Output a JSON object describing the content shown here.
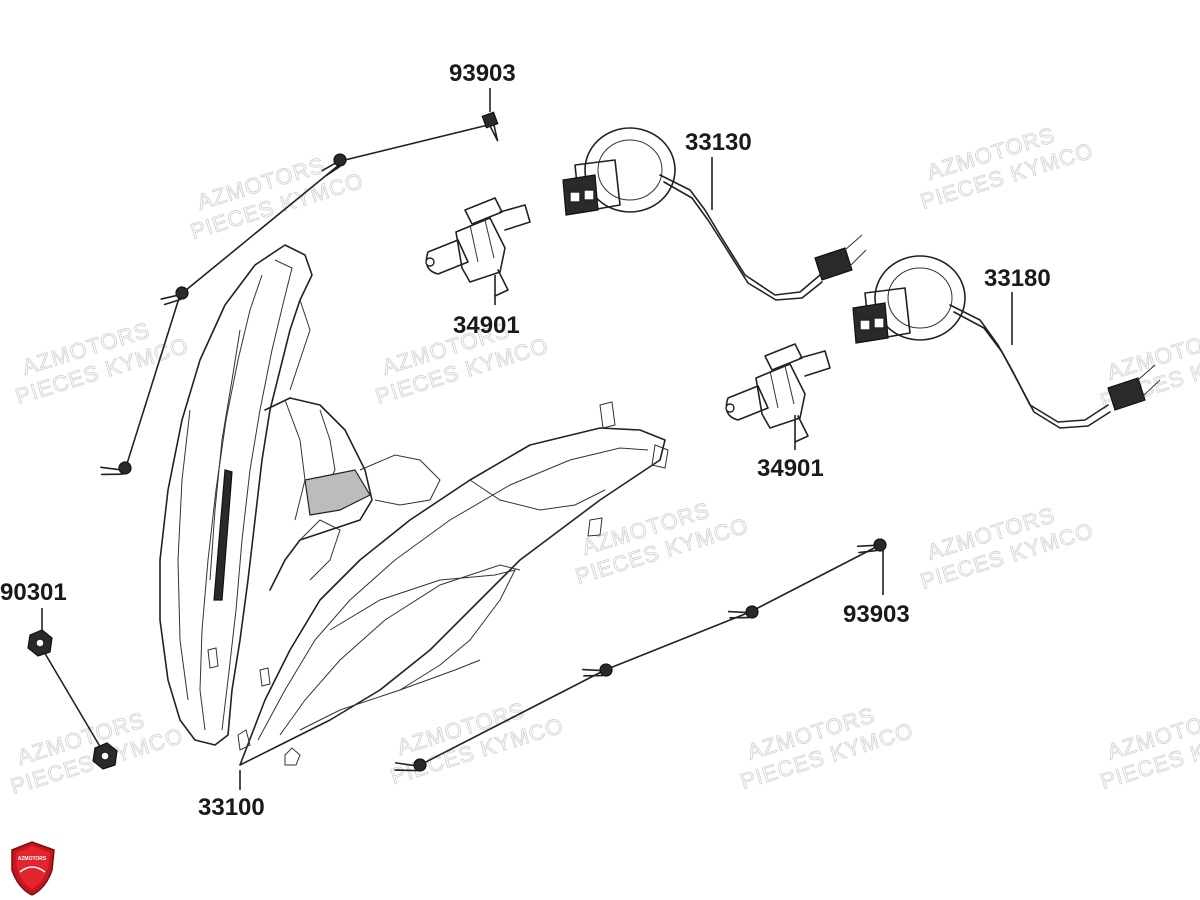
{
  "diagram": {
    "watermark_line1": "AZMOTORS",
    "watermark_line2": "PIECES KYMCO",
    "parts": {
      "headlight": "33100",
      "bulb_socket_left": "33130",
      "bulb_socket_right": "33180",
      "bulb_upper": "34901",
      "bulb_lower": "34901",
      "screw_top": "93903",
      "screw_right": "93903",
      "nut": "90301"
    },
    "logo_text": "AZMOTORS"
  }
}
